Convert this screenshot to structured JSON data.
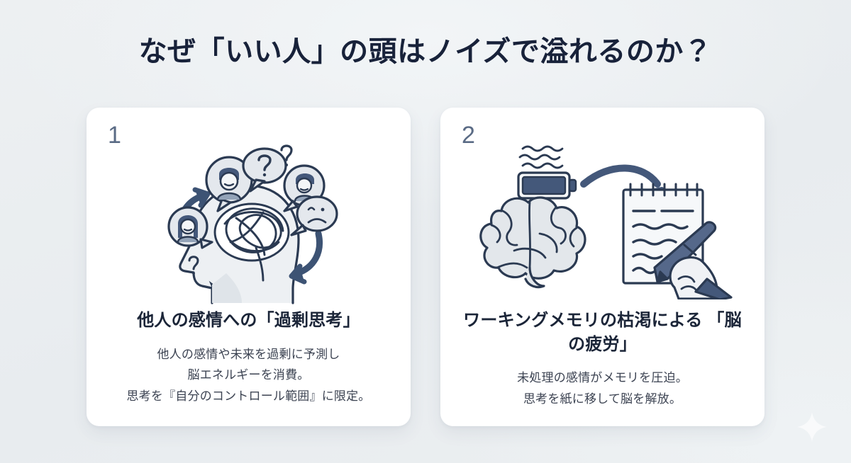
{
  "page": {
    "title": "なぜ「いい人」の頭はノイズで溢れるのか？",
    "background_color": "#eaeef1",
    "title_color": "#18223a"
  },
  "decor": {
    "sparkle_icon": "sparkle-icon"
  },
  "cards": [
    {
      "number": "1",
      "illustration_name": "overthinking-head-illustration",
      "illustration_parts": [
        "head-profile-silhouette",
        "tangled-thought-scribble",
        "person-avatar-bubble-top",
        "person-avatar-bubble-left",
        "person-avatar-bubble-right",
        "question-mark-bubble",
        "question-mark-small",
        "question-mark-lower-left",
        "sad-face-bubble",
        "arrow-up-left",
        "arrow-down-right"
      ],
      "heading": "他人の感情への「過剰思考」",
      "body_lines": [
        "他人の感情や未来を過剰に予測し",
        "脳エネルギーを消費。",
        "思考を『自分のコントロール範囲』に限定。"
      ]
    },
    {
      "number": "2",
      "illustration_name": "brain-drain-notepad-illustration",
      "illustration_parts": [
        "brain-shape",
        "battery-low-icon",
        "heat-wave-lines",
        "curved-arrow-right",
        "notepad-with-spiral",
        "handwritten-lines",
        "hand-holding-pen"
      ],
      "heading_lines": [
        "ワーキングメモリの枯渇による",
        "「脳の疲労」"
      ],
      "body_lines": [
        "未処理の感情がメモリを圧迫。",
        "思考を紙に移して脳を解放。"
      ]
    }
  ],
  "colors": {
    "card_background": "#ffffff",
    "number_color": "#5a6b85",
    "heading_color": "#1b2538",
    "body_color": "#3c4352",
    "ink_dark": "#2b3a52",
    "ink_mid": "#54688a",
    "fill_light": "#e7eaee",
    "fill_lighter": "#f3f5f7"
  }
}
